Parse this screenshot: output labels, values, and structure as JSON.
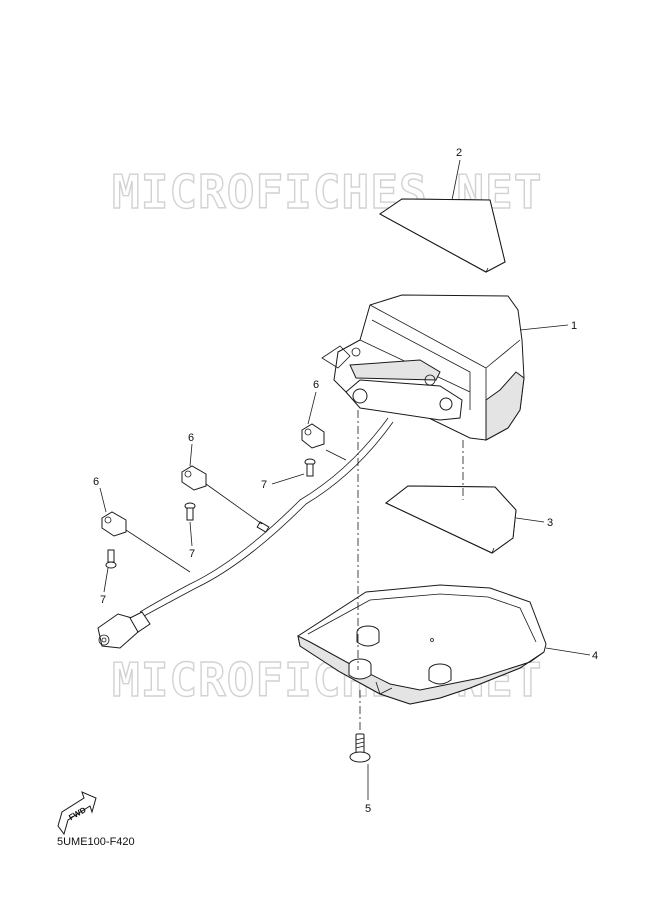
{
  "watermark": "MICROFICHES.NET",
  "callouts": [
    {
      "id": "c1",
      "label": "1"
    },
    {
      "id": "c2",
      "label": "2"
    },
    {
      "id": "c3",
      "label": "3"
    },
    {
      "id": "c4",
      "label": "4"
    },
    {
      "id": "c5",
      "label": "5"
    },
    {
      "id": "c6a",
      "label": "6"
    },
    {
      "id": "c6b",
      "label": "6"
    },
    {
      "id": "c6c",
      "label": "6"
    },
    {
      "id": "c7a",
      "label": "7"
    },
    {
      "id": "c7b",
      "label": "7"
    },
    {
      "id": "c7c",
      "label": "7"
    }
  ],
  "fwd_label": "FWD",
  "diagram_code": "5UME100-F420"
}
